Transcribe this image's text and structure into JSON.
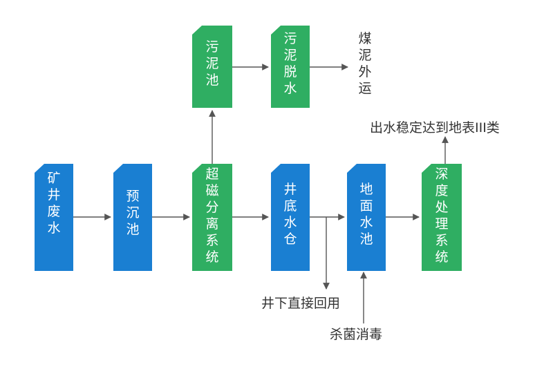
{
  "colors": {
    "blue": "#1a7fd2",
    "green": "#2fae62",
    "line": "#555555",
    "text": "#333333"
  },
  "nodes": [
    {
      "id": "kuangjing-feishui",
      "label": "矿井废水",
      "color": "blue"
    },
    {
      "id": "yuchen-chi",
      "label": "预沉池",
      "color": "blue"
    },
    {
      "id": "chaoci-fenli",
      "label": "超磁分离系统",
      "color": "green"
    },
    {
      "id": "jingdi-shuicang",
      "label": "井底水仓",
      "color": "blue"
    },
    {
      "id": "dimian-shuichi",
      "label": "地面水池",
      "color": "blue"
    },
    {
      "id": "shendu-chuli",
      "label": "深度处理系统",
      "color": "green"
    },
    {
      "id": "wuni-chi",
      "label": "污泥池",
      "color": "green"
    },
    {
      "id": "wuni-tuoshui",
      "label": "污泥脱水",
      "color": "green"
    }
  ],
  "labels": {
    "meini_waiyun": "煤泥外运",
    "chushui": "出水稳定达到地表III类",
    "jingxia": "井下直接回用",
    "shajun": "杀菌消毒"
  }
}
